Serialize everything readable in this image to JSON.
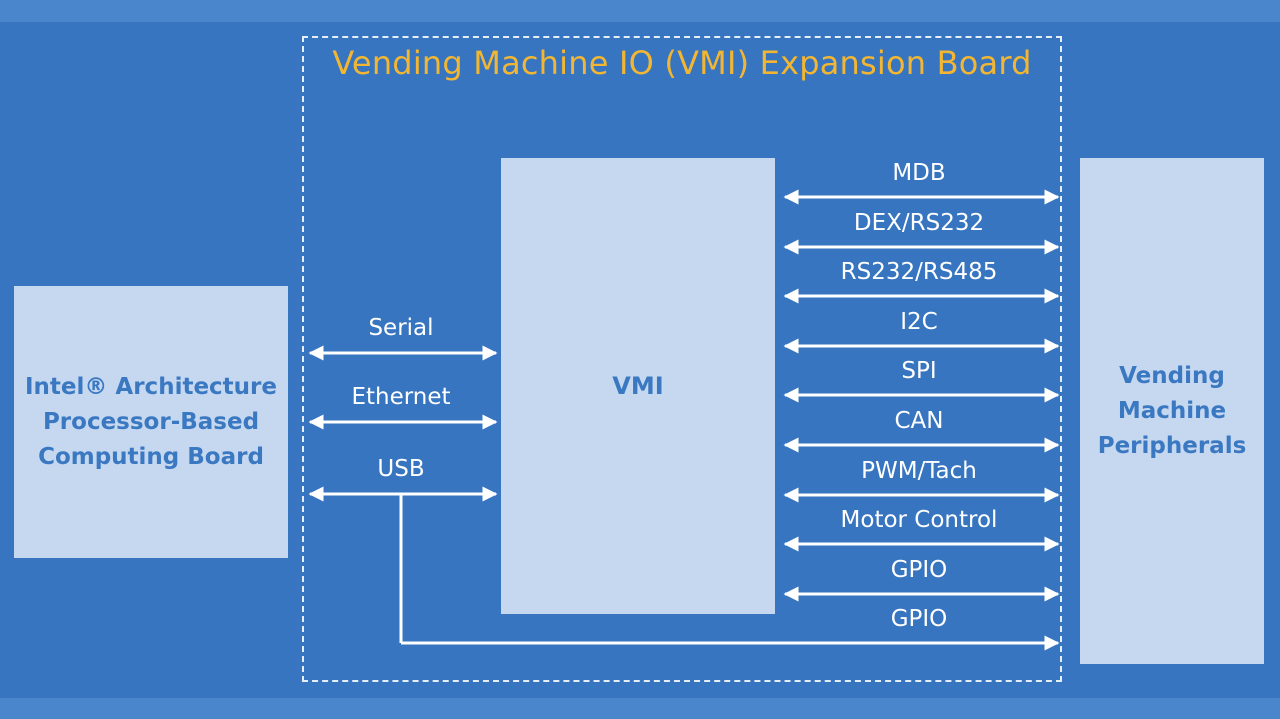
{
  "title": "Vending Machine IO (VMI) Expansion Board",
  "blocks": {
    "intel": "Intel® Architecture\nProcessor-Based\nComputing Board",
    "vmi": "VMI",
    "peripherals": "Vending\nMachine\nPeripherals"
  },
  "host_links": [
    "Serial",
    "Ethernet",
    "USB"
  ],
  "peripheral_links": [
    "MDB",
    "DEX/RS232",
    "RS232/RS485",
    "I2C",
    "SPI",
    "CAN",
    "PWM/Tach",
    "Motor Control",
    "GPIO",
    "GPIO"
  ],
  "colors": {
    "background": "#3775c0",
    "block_fill": "#c6d8f0",
    "block_text": "#3a78c2",
    "title": "#f2b632",
    "line": "#ffffff"
  }
}
